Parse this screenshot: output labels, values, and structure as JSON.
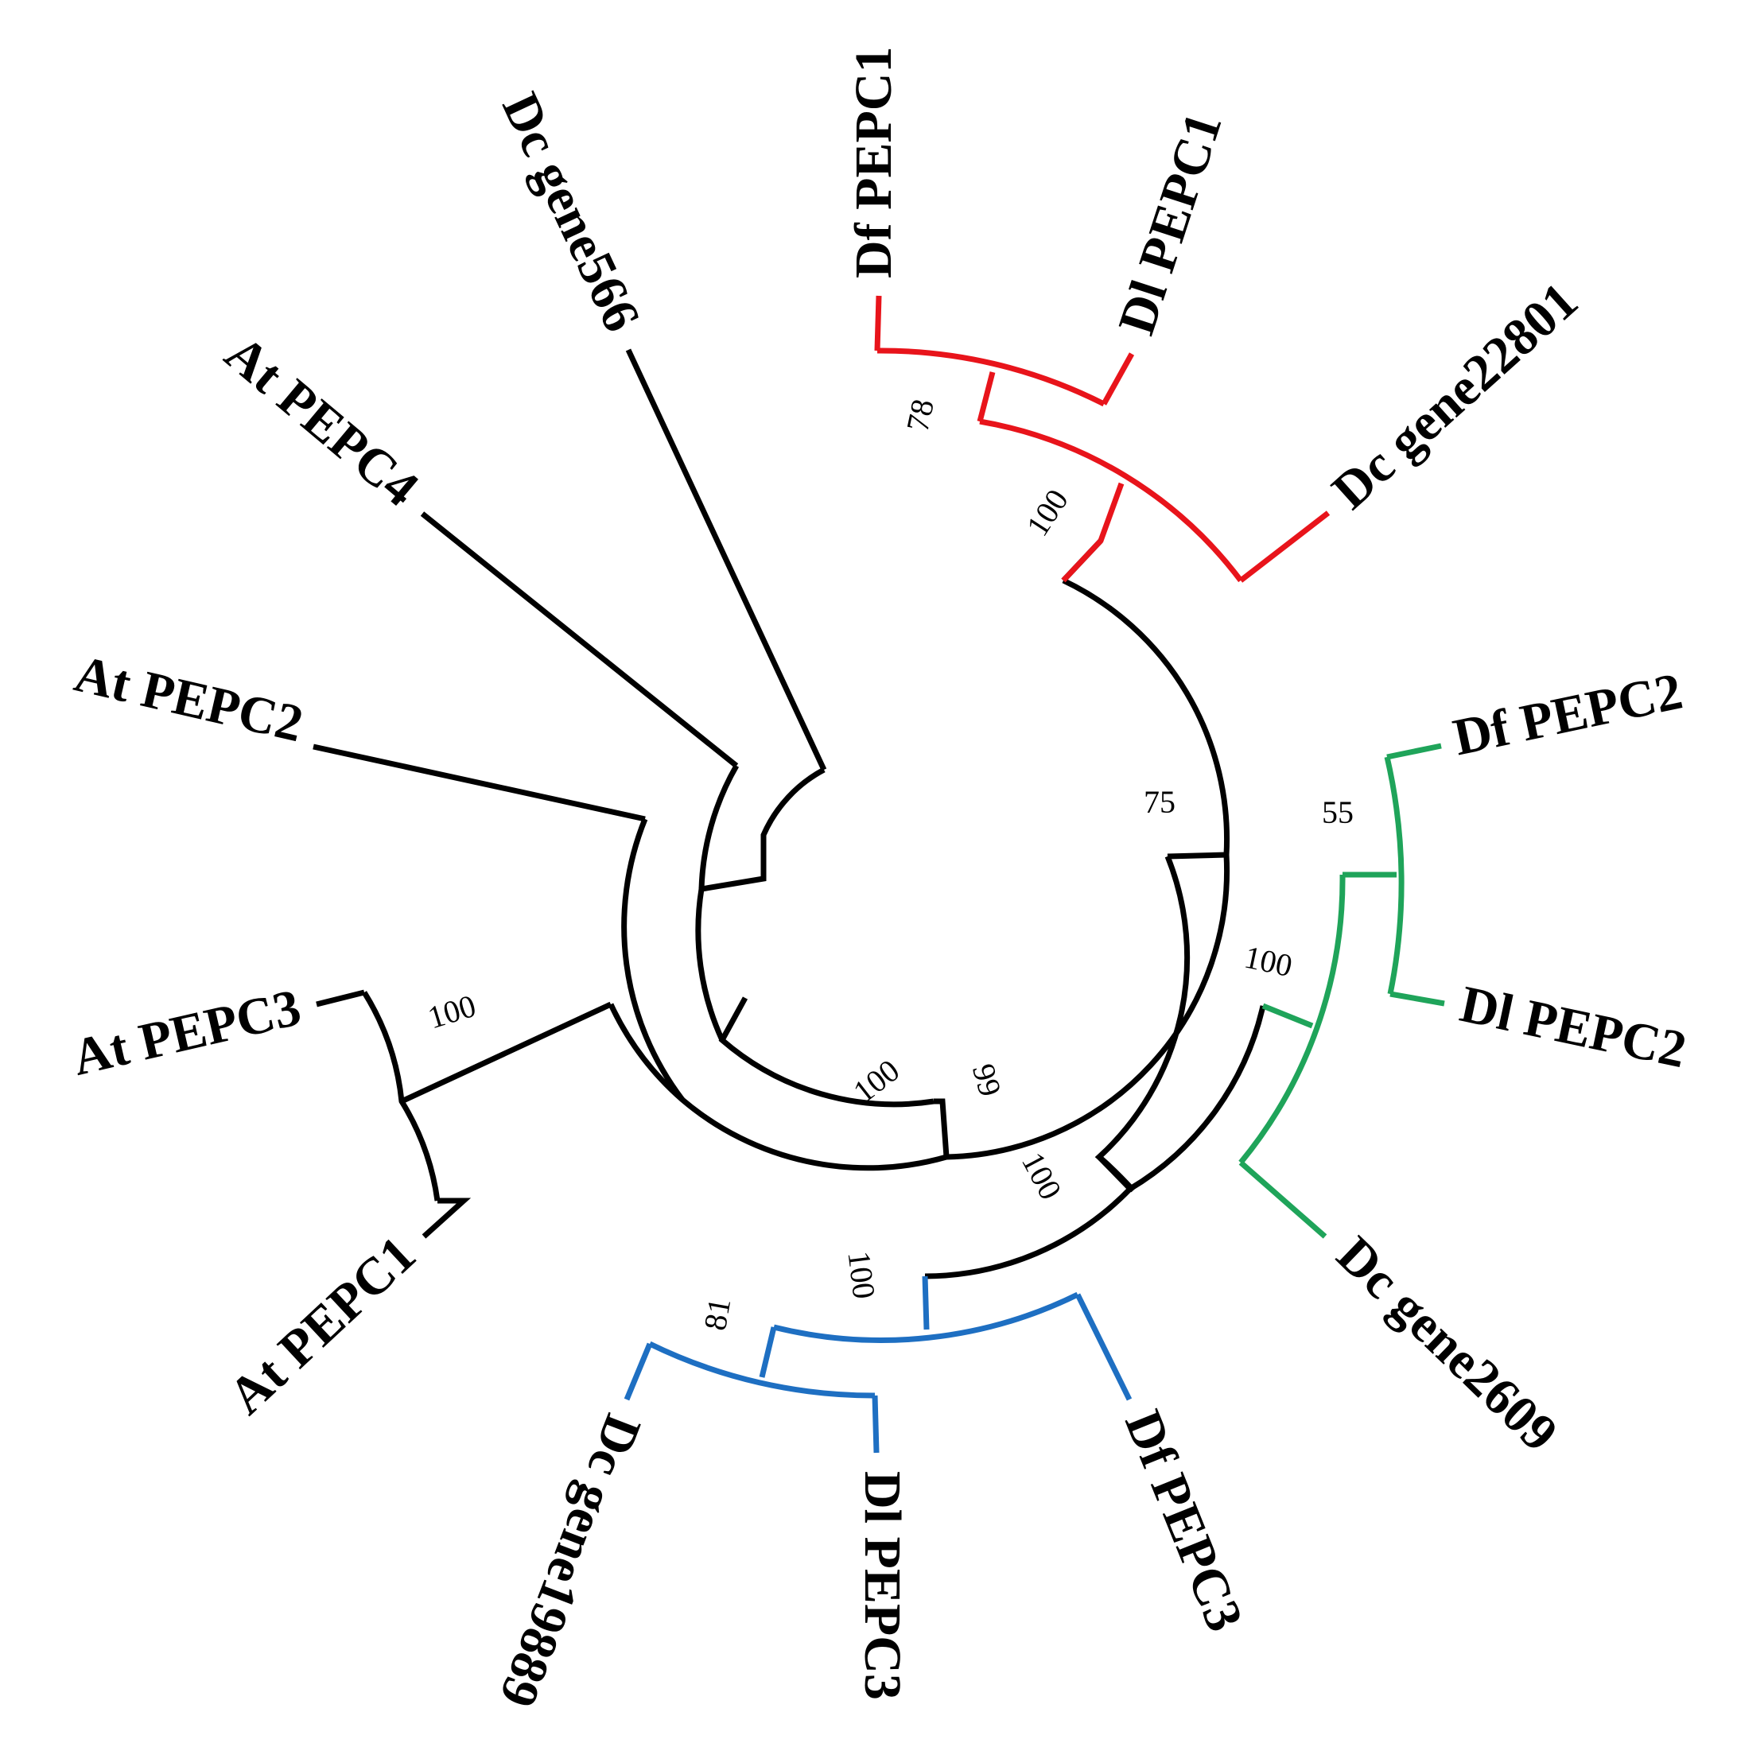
{
  "colors": {
    "default": "#000000",
    "clade_pepc1": "#e8141b",
    "clade_pepc2": "#1fa45a",
    "clade_pepc3": "#1e6fc2"
  },
  "taxa": [
    {
      "id": "df-pepc1",
      "label": "Df PEPC1",
      "clade": "clade_pepc1"
    },
    {
      "id": "dl-pepc1",
      "label": "Dl PEPC1",
      "clade": "clade_pepc1"
    },
    {
      "id": "dc-gene22801",
      "label": "Dc gene22801",
      "clade": "clade_pepc1"
    },
    {
      "id": "df-pepc2",
      "label": "Df PEPC2",
      "clade": "clade_pepc2"
    },
    {
      "id": "dl-pepc2",
      "label": "Dl PEPC2",
      "clade": "clade_pepc2"
    },
    {
      "id": "dc-gene2609",
      "label": "Dc gene2609",
      "clade": "clade_pepc2"
    },
    {
      "id": "df-pepc3",
      "label": "Df PEPC3",
      "clade": "clade_pepc3"
    },
    {
      "id": "dl-pepc3",
      "label": "Dl PEPC3",
      "clade": "clade_pepc3"
    },
    {
      "id": "dc-gene19889",
      "label": "Dc gene19889",
      "clade": "clade_pepc3"
    },
    {
      "id": "at-pepc1",
      "label": "At PEPC1",
      "clade": "default"
    },
    {
      "id": "at-pepc3",
      "label": "At PEPC3",
      "clade": "default"
    },
    {
      "id": "at-pepc2",
      "label": "At PEPC2",
      "clade": "default"
    },
    {
      "id": "at-pepc4",
      "label": "At PEPC4",
      "clade": "default"
    },
    {
      "id": "dc-gene566",
      "label": "Dc gene566",
      "clade": "default"
    }
  ],
  "support_values": [
    {
      "id": "bs-pepc1-inner",
      "value": "78"
    },
    {
      "id": "bs-pepc1-root",
      "value": "100"
    },
    {
      "id": "bs-75",
      "value": "75"
    },
    {
      "id": "bs-pepc2-inner",
      "value": "55"
    },
    {
      "id": "bs-pepc2-root",
      "value": "100"
    },
    {
      "id": "bs-pepc23",
      "value": "100"
    },
    {
      "id": "bs-pepc3-root",
      "value": "100"
    },
    {
      "id": "bs-pepc3-inner",
      "value": "81"
    },
    {
      "id": "bs-99",
      "value": "99"
    },
    {
      "id": "bs-100-inner",
      "value": "100"
    },
    {
      "id": "bs-at13",
      "value": "100"
    }
  ]
}
